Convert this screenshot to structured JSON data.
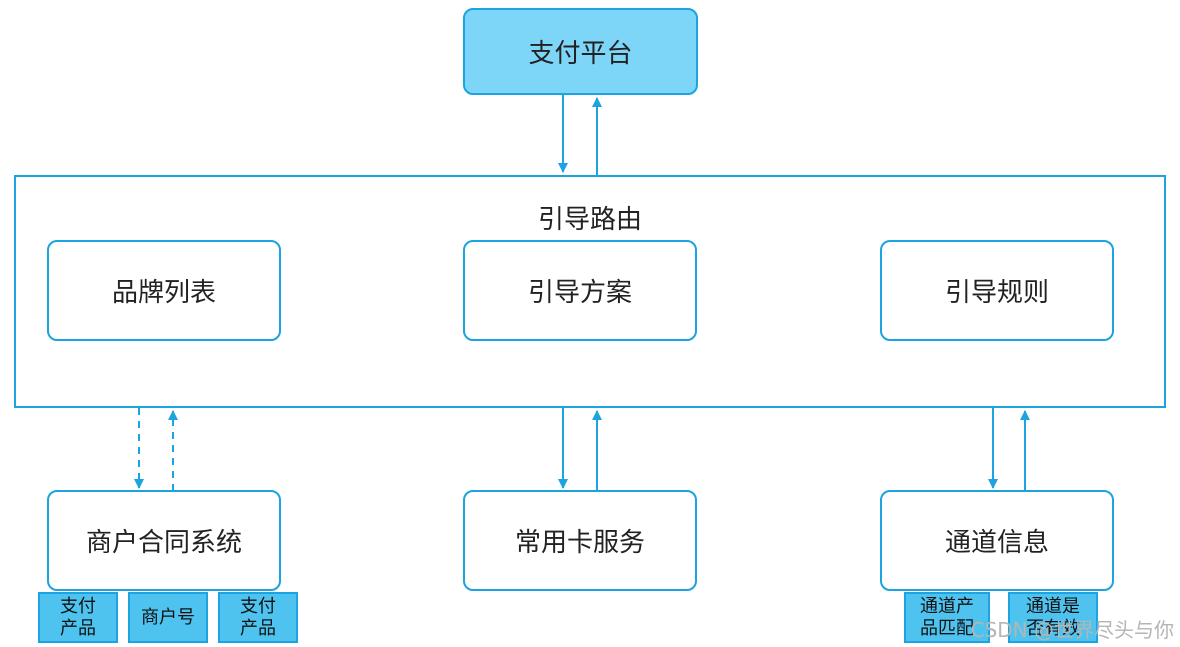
{
  "colors": {
    "accent": "#1ba4e0",
    "top_fill": "#7dd6f7",
    "tag_fill": "#4ec3ef"
  },
  "payment_platform": "支付平台",
  "router": {
    "title": "引导路由",
    "brand_list": "品牌列表",
    "guide_plan": "引导方案",
    "guide_rules": "引导规则"
  },
  "merchant_contract": {
    "label": "商户合同系统",
    "tags": [
      {
        "line1": "支付",
        "line2": "产品"
      },
      {
        "line1": "商户号",
        "line2": ""
      },
      {
        "line1": "支付",
        "line2": "产品"
      }
    ]
  },
  "common_card": {
    "label": "常用卡服务"
  },
  "channel_info": {
    "label": "通道信息",
    "tags": [
      {
        "line1": "通道产",
        "line2": "品匹配"
      },
      {
        "line1": "通道是",
        "line2": "否有效"
      }
    ]
  },
  "watermark": "CSDN @世界尽头与你"
}
